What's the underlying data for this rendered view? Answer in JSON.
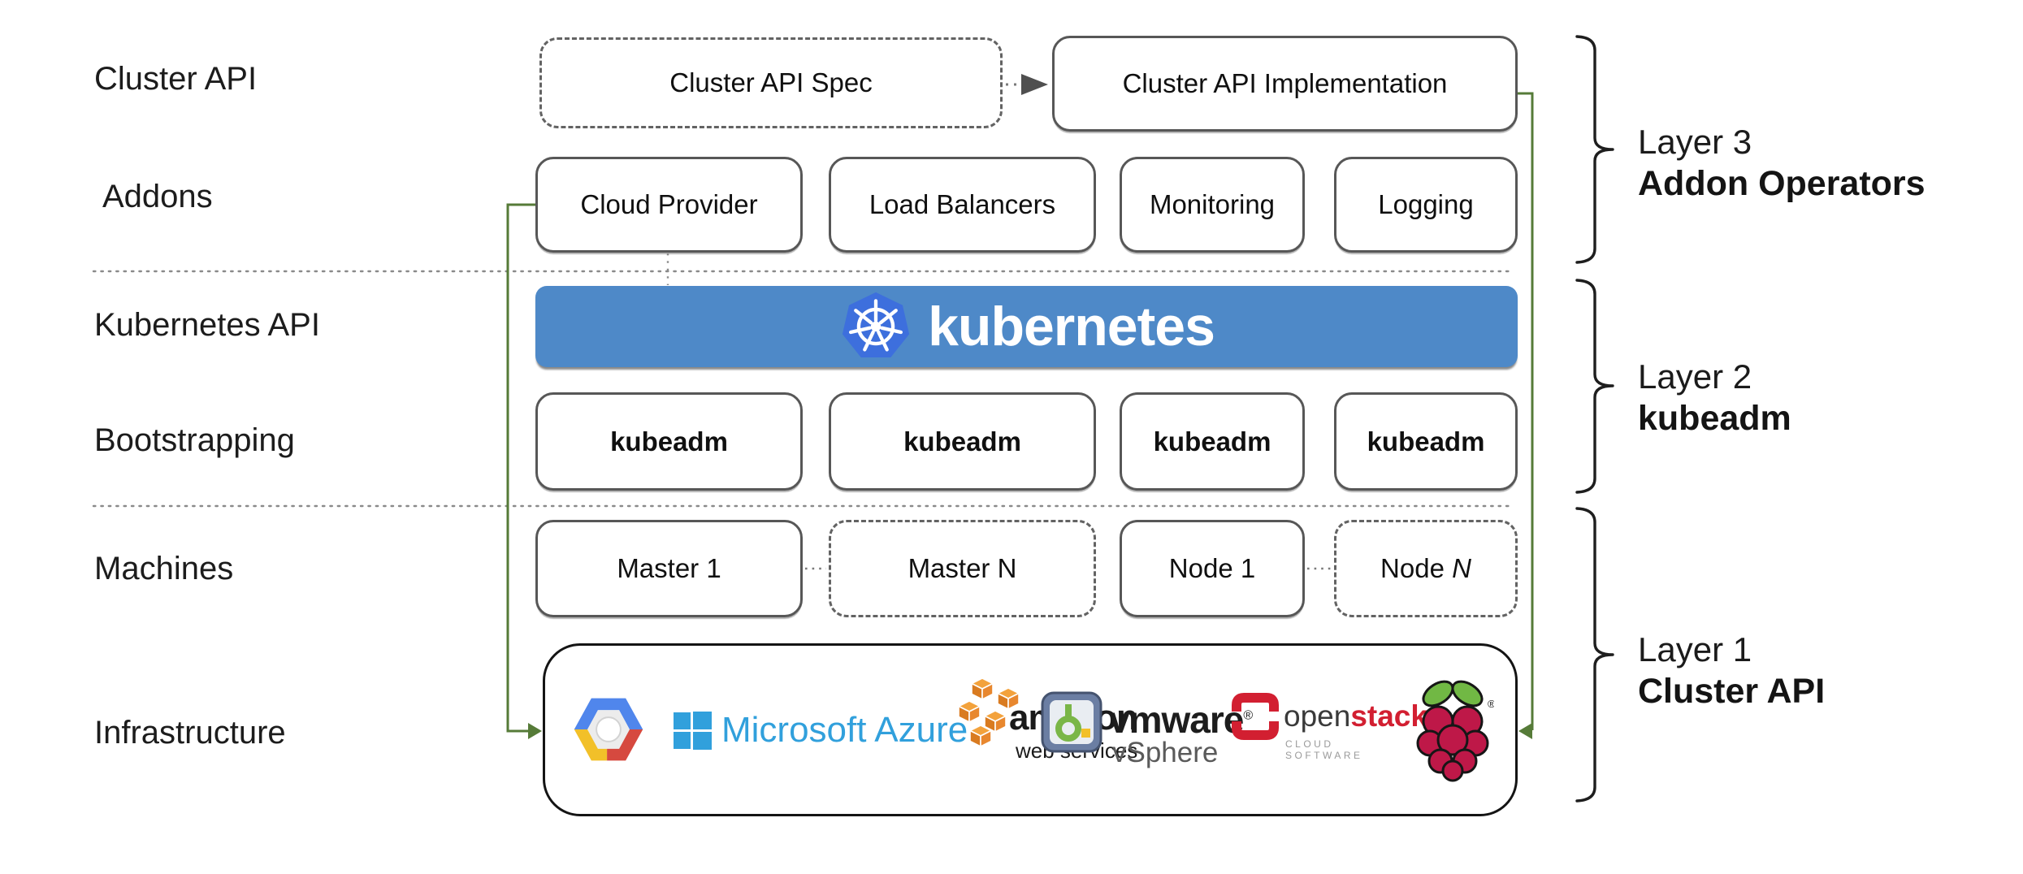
{
  "diagram": {
    "row_labels": [
      "Cluster API",
      "Addons",
      "Kubernetes API",
      "Bootstrapping",
      "Machines",
      "Infrastructure"
    ],
    "top_row": {
      "spec_label": "Cluster API Spec",
      "impl_label": "Cluster API Implementation"
    },
    "addons": [
      "Cloud Provider",
      "Load Balancers",
      "Monitoring",
      "Logging"
    ],
    "kubernetes_banner": {
      "text": "kubernetes"
    },
    "bootstrapping": [
      "kubeadm",
      "kubeadm",
      "kubeadm",
      "kubeadm"
    ],
    "machines": {
      "master1": "Master 1",
      "masterN": "Master N",
      "node1": "Node 1",
      "nodeN_prefix": "Node ",
      "nodeN_suffix": "N"
    },
    "infrastructure": {
      "providers": [
        "Google Cloud Platform",
        "Microsoft Azure",
        "Amazon Web Services",
        "VMware vSphere",
        "OpenStack",
        "Raspberry Pi"
      ],
      "azure_text": "Microsoft Azure",
      "aws_text": "amazon",
      "aws_subtext": "web services",
      "vmware_text": "vmware",
      "vmware_mark": "®",
      "vmware_subtext": "vSphere",
      "openstack_text_open": "open",
      "openstack_text_stack": "stack",
      "openstack_mark": "™",
      "openstack_subtext": "CLOUD SOFTWARE",
      "raspberry_mark": "®"
    },
    "layers": [
      {
        "name": "Layer 3",
        "title": "Addon Operators"
      },
      {
        "name": "Layer 2",
        "title": "kubeadm"
      },
      {
        "name": "Layer 1",
        "title": "Cluster API"
      }
    ],
    "colors": {
      "kubernetes_banner_blue": "#4E89C8",
      "kubernetes_logo_blue": "#3D6FDD",
      "connector_green": "#567B38",
      "box_border_gray": "#575757",
      "divider_gray": "#8A8A8A",
      "azure_blue": "#31A0DC",
      "aws_orange": "#E8872E",
      "openstack_red": "#D21F31",
      "raspberry_crimson": "#BE1848",
      "leaf_green": "#71B844",
      "gcp_blue": "#5086EC",
      "gcp_red": "#D6493F",
      "gcp_yellow": "#F2C029"
    }
  }
}
